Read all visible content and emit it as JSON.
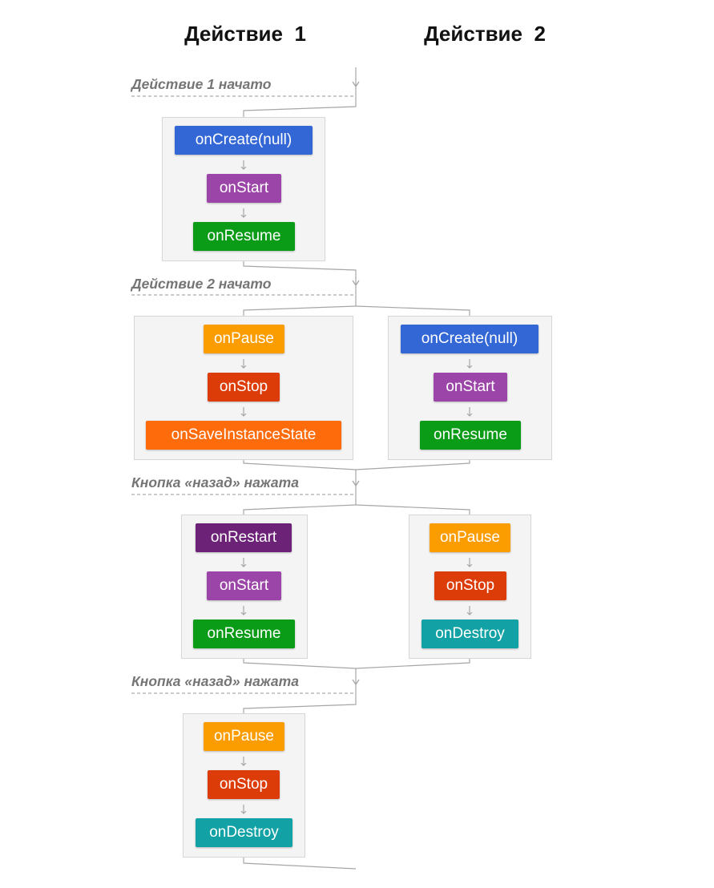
{
  "columns": {
    "activity1": "Действие  1",
    "activity2": "Действие  2"
  },
  "events": [
    {
      "label": "Действие 1 начато"
    },
    {
      "label": "Действие 2 начато"
    },
    {
      "label": "Кнопка «назад» нажата"
    },
    {
      "label": "Кнопка «назад» нажата"
    }
  ],
  "groups": [
    {
      "id": "g1",
      "column": "activity1",
      "methods": [
        {
          "label": "onCreate(null)",
          "color": "#3367d6"
        },
        {
          "label": "onStart",
          "color": "#9c45a8"
        },
        {
          "label": "onResume",
          "color": "#0a9b17"
        }
      ]
    },
    {
      "id": "g2",
      "column": "activity1",
      "methods": [
        {
          "label": "onPause",
          "color": "#fb9c00"
        },
        {
          "label": "onStop",
          "color": "#dc3c08"
        },
        {
          "label": "onSaveInstanceState",
          "color": "#fd6b0b"
        }
      ]
    },
    {
      "id": "g3",
      "column": "activity2",
      "methods": [
        {
          "label": "onCreate(null)",
          "color": "#3367d6"
        },
        {
          "label": "onStart",
          "color": "#9c45a8"
        },
        {
          "label": "onResume",
          "color": "#0a9b17"
        }
      ]
    },
    {
      "id": "g4",
      "column": "activity1",
      "methods": [
        {
          "label": "onRestart",
          "color": "#6c2277"
        },
        {
          "label": "onStart",
          "color": "#9c45a8"
        },
        {
          "label": "onResume",
          "color": "#0a9b17"
        }
      ]
    },
    {
      "id": "g5",
      "column": "activity2",
      "methods": [
        {
          "label": "onPause",
          "color": "#fb9c00"
        },
        {
          "label": "onStop",
          "color": "#dc3c08"
        },
        {
          "label": "onDestroy",
          "color": "#12a2a5"
        }
      ]
    },
    {
      "id": "g6",
      "column": "activity1",
      "methods": [
        {
          "label": "onPause",
          "color": "#fb9c00"
        },
        {
          "label": "onStop",
          "color": "#dc3c08"
        },
        {
          "label": "onDestroy",
          "color": "#12a2a5"
        }
      ]
    }
  ],
  "colors": {
    "connector": "#a6a6a6",
    "dashed_line": "#b9b9b9",
    "box_bg": "#f4f4f4",
    "box_border": "#d6d6d6",
    "event_text": "#757575"
  }
}
